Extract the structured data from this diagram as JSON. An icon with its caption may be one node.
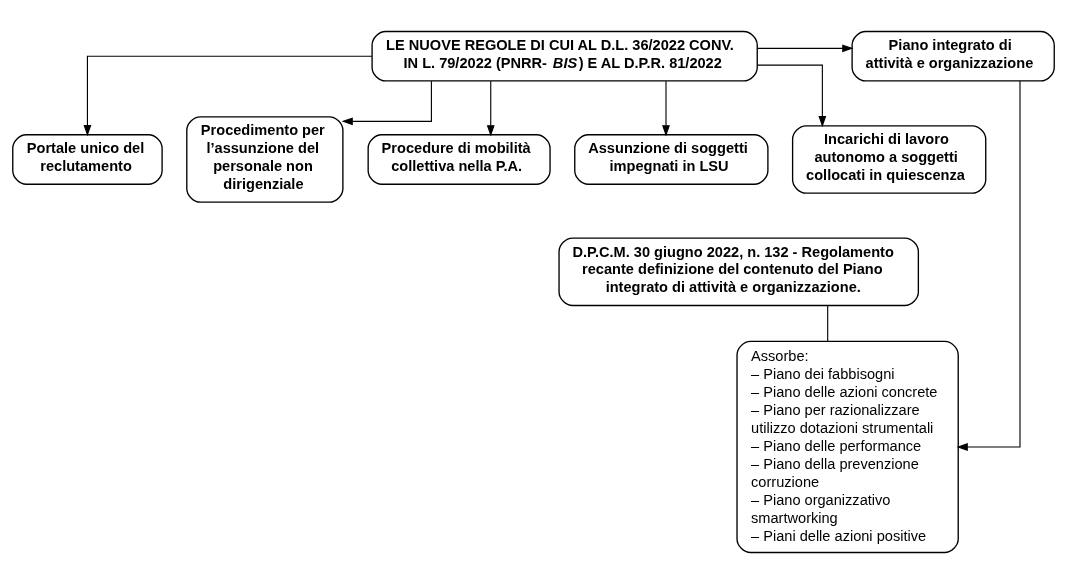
{
  "diagram": {
    "nodes": [
      {
        "text": [
          "LE NUOVE REGOLE DI CUI AL D.L. 36/2022 CONV. IN L. 79/2022 (PNRR-*BIS*) E AL D.P.R. 81/2022"
        ]
      },
      {
        "text": [
          "Piano integrato di attività e organizzazione"
        ]
      },
      {
        "text": [
          "Portale unico del reclutamento"
        ]
      },
      {
        "text": [
          "Procedimento per l’assunzione del personale non dirigenziale"
        ]
      },
      {
        "text": [
          "Procedure di mobilità collettiva nella P.A."
        ]
      },
      {
        "text": [
          "Assunzione di soggetti impegnati in LSU"
        ]
      },
      {
        "text": [
          "Incarichi di lavoro autonomo a soggetti collocati in quiescenza"
        ]
      },
      {
        "text": [
          "Assorbe:",
          "– Piano dei fabbisogni",
          "– Piano delle azioni concrete",
          "– Piano per razionalizzare utilizzo dotazioni strumentali",
          "– Piano delle performance",
          "– Piano della prevenzione corruzione",
          "– Piano organizzativo smartworking",
          "– Piani delle azioni positive"
        ]
      },
      {
        "text": [
          "D.P.C.M. 30 giugno 2022, n. 132 - Regolamento recante definizione del contenuto del Piano integrato di attività e organizzazione."
        ]
      }
    ],
    "edges": [
      {
        "from": 0,
        "to": 1,
        "arrow": "to"
      },
      {
        "from": 0,
        "to": 2,
        "arrow": "to"
      },
      {
        "from": 0,
        "to": 5,
        "arrow": "to"
      },
      {
        "from": 0,
        "to": 3,
        "arrow": "to"
      },
      {
        "from": 0,
        "to": 6,
        "arrow": "to"
      },
      {
        "from": 0,
        "to": 4,
        "arrow": "to"
      },
      {
        "from": 1,
        "to": 7,
        "arrow": "to"
      },
      {
        "from": 8,
        "to": 7,
        "arrow": "none"
      }
    ]
  }
}
